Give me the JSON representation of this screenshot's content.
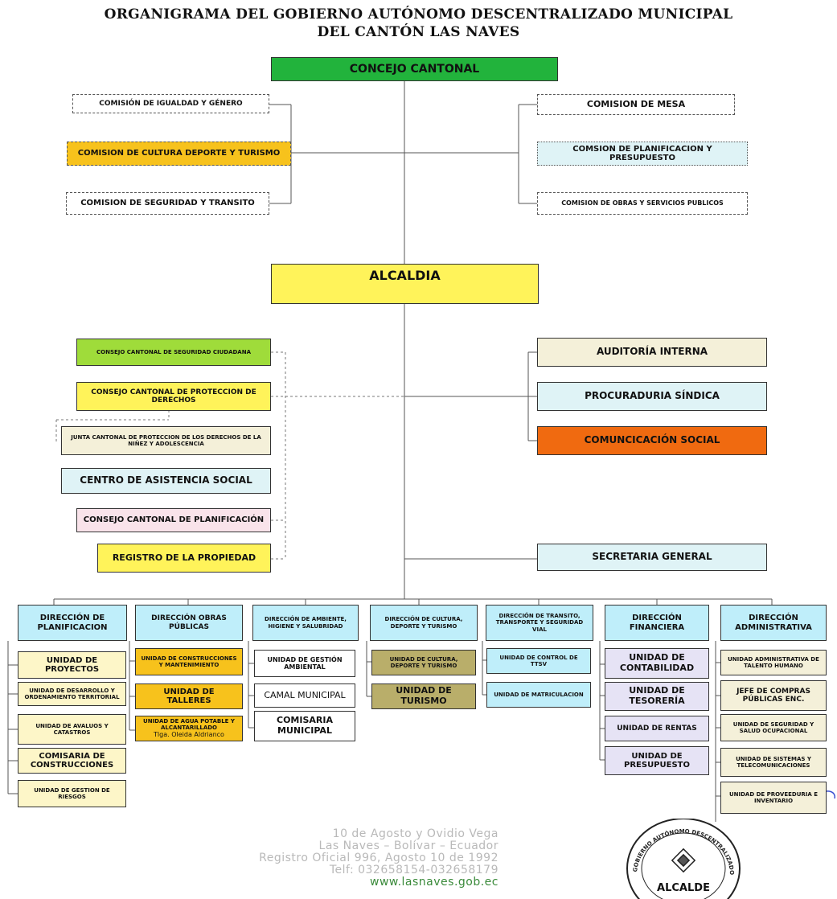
{
  "title": {
    "line1": "ORGANIGRAMA DEL GOBIERNO AUTÓNOMO DESCENTRALIZADO MUNICIPAL",
    "line2": "DEL CANTÓN LAS NAVES"
  },
  "concejo": "CONCEJO CANTONAL",
  "comisiones_left": [
    "COMISIÓN DE IGUALDAD Y GÉNERO",
    "COMISION DE CULTURA DEPORTE Y TURISMO",
    "COMISION DE SEGURIDAD Y TRANSITO"
  ],
  "comisiones_right": [
    "COMISION DE MESA",
    "COMSION DE PLANIFICACION Y PRESUPUESTO",
    "COMISION DE OBRAS Y SERVICIOS PUBLICOS"
  ],
  "alcaldia": "ALCALDIA",
  "left_units": [
    "CONSEJO CANTONAL DE SEGURIDAD CIUDADANA",
    "CONSEJO CANTONAL DE PROTECCION DE DERECHOS",
    "JUNTA CANTONAL DE PROTECCION DE LOS DERECHOS DE LA NIÑEZ Y ADOLESCENCIA",
    "CENTRO DE ASISTENCIA SOCIAL",
    "CONSEJO CANTONAL DE PLANIFICACIÓN",
    "REGISTRO DE LA PROPIEDAD"
  ],
  "right_units": [
    "AUDITORÍA INTERNA",
    "PROCURADURIA SÍNDICA",
    "COMUNCICACIÓN SOCIAL",
    "SECRETARIA GENERAL"
  ],
  "direcciones": [
    {
      "name": "DIRECCIÓN DE PLANIFICACION",
      "units": [
        "UNIDAD DE PROYECTOS",
        "UNIDAD DE DESARROLLO Y ORDENAMIENTO TERRITORIAL",
        "UNIDAD DE AVALUOS Y CATASTROS",
        "COMISARIA DE CONSTRUCCIONES",
        "UNIDAD DE GESTION DE RIESGOS"
      ]
    },
    {
      "name": "DIRECCIÓN OBRAS PÚBLICAS",
      "units": [
        "UNIDAD DE CONSTRUCCIONES Y MANTENIMIENTO",
        "UNIDAD DE TALLERES",
        "UNIDAD DE AGUA POTABLE Y ALCANTARILLADO",
        "Tlga. Oleida Aldrianco"
      ]
    },
    {
      "name": "DIRECCIÓN DE AMBIENTE, HIGIENE Y SALUBRIDAD",
      "units": [
        "UNIDAD DE GESTIÓN AMBIENTAL",
        "CAMAL MUNICIPAL",
        "COMISARIA MUNICIPAL"
      ]
    },
    {
      "name": "DIRECCIÓN DE CULTURA, DEPORTE Y TURISMO",
      "units": [
        "UNIDAD DE CULTURA, DEPORTE Y TURISMO",
        "UNIDAD DE TURISMO"
      ]
    },
    {
      "name": "DIRECCIÓN DE TRANSITO, TRANSPORTE Y SEGURIDAD VIAL",
      "units": [
        "UNIDAD DE CONTROL DE TTSV",
        "UNIDAD DE MATRICULACION"
      ]
    },
    {
      "name": "DIRECCIÓN FINANCIERA",
      "units": [
        "UNIDAD DE CONTABILIDAD",
        "UNIDAD DE TESORERÍA",
        "UNIDAD DE RENTAS",
        "UNIDAD DE PRESUPUESTO"
      ]
    },
    {
      "name": "DIRECCIÓN ADMINISTRATIVA",
      "units": [
        "UNIDAD ADMINISTRATIVA DE TALENTO HUMANO",
        "JEFE DE COMPRAS PÚBLICAS ENC.",
        "UNIDAD DE SEGURIDAD Y SALUD OCUPACIONAL",
        "UNIDAD DE SISTEMAS Y TELECOMUNICACIONES",
        "UNIDAD DE PROVEEDURIA E INVENTARIO"
      ]
    }
  ],
  "footer": [
    "10 de Agosto y Ovidio Vega",
    "Las Naves – Bolívar – Ecuador",
    "Registro Oficial 996, Agosto 10 de 1992",
    "Telf: 032658154-032658179",
    "www.lasnaves.gob.ec"
  ],
  "seal": {
    "ring_text": "GOBIERNO AUTÓNOMO DESCENTRALIZADO MUNICIPAL DEL CANTÓN LAS NAVES",
    "label": "ALCALDE"
  },
  "colors": {
    "concejo": "#22b33c",
    "alcaldia": "#fff35a",
    "yellow_orange": "#f7c21c",
    "light_blue": "#dff3f6",
    "cyan": "#bfeefa",
    "lime": "#9fdc3a",
    "beige": "#f4f0d9",
    "pink": "#f9e3ea",
    "orange": "#f06a10",
    "lavender": "#e6e3f5",
    "olive": "#b9ae6a",
    "light_yellow": "#fdf6c8"
  }
}
